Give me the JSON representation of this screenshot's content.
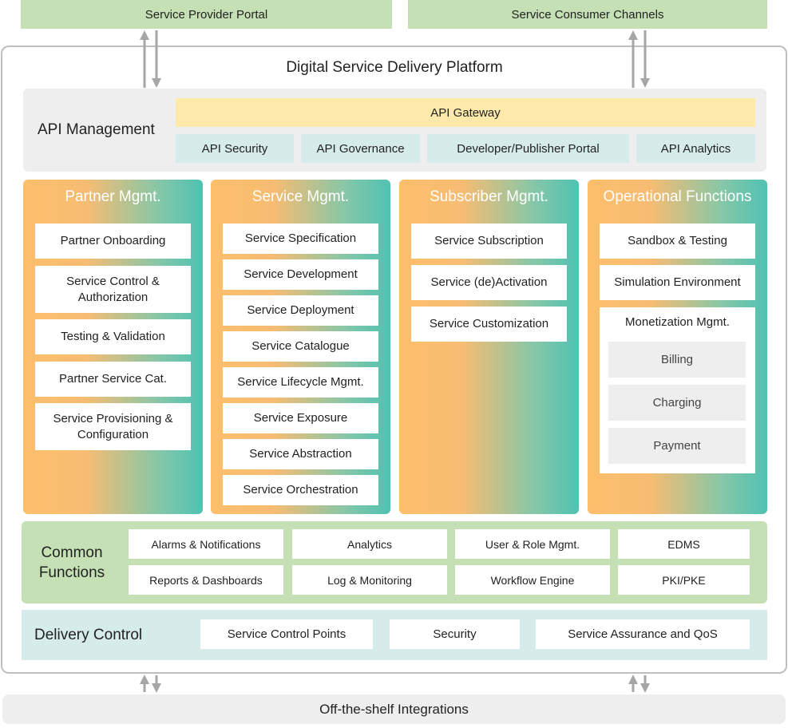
{
  "top": {
    "provider_portal": "Service Provider Portal",
    "consumer_channels": "Service Consumer Channels"
  },
  "platform": {
    "title": "Digital Service Delivery Platform"
  },
  "api_management": {
    "label": "API Management",
    "gateway": "API Gateway",
    "items": [
      "API Security",
      "API Governance",
      "Developer/Publisher Portal",
      "API Analytics"
    ]
  },
  "columns": {
    "partner": {
      "title": "Partner Mgmt.",
      "items": [
        "Partner Onboarding",
        "Service Control & Authorization",
        "Testing & Validation",
        "Partner Service Cat.",
        "Service Provisioning & Configuration"
      ]
    },
    "service": {
      "title": "Service Mgmt.",
      "items": [
        "Service Specification",
        "Service Development",
        "Service Deployment",
        "Service Catalogue",
        "Service Lifecycle Mgmt.",
        "Service Exposure",
        "Service Abstraction",
        "Service Orchestration"
      ]
    },
    "subscriber": {
      "title": "Subscriber Mgmt.",
      "items": [
        "Service Subscription",
        "Service (de)Activation",
        "Service Customization"
      ]
    },
    "operational": {
      "title": "Operational Functions",
      "items": [
        "Sandbox & Testing",
        "Simulation Environment"
      ],
      "monetization": {
        "title": "Monetization Mgmt.",
        "items": [
          "Billing",
          "Charging",
          "Payment"
        ]
      }
    }
  },
  "common_functions": {
    "label": "Common Functions",
    "items": [
      "Alarms & Notifications",
      "Analytics",
      "User & Role Mgmt.",
      "EDMS",
      "Reports & Dashboards",
      "Log & Monitoring",
      "Workflow Engine",
      "PKI/PKE"
    ]
  },
  "delivery_control": {
    "label": "Delivery Control",
    "items": [
      "Service Control Points",
      "Security",
      "Service Assurance and QoS"
    ]
  },
  "bottom": {
    "integrations": "Off-the-shelf Integrations"
  },
  "colors": {
    "green": "#c5e0b4",
    "gray": "#eeeeee",
    "teal_light": "#d5ecea",
    "yellow": "#fde9a9",
    "orange": "#fdbf6b",
    "teal": "#4fc2b2",
    "arrow": "#a6a6a6"
  }
}
